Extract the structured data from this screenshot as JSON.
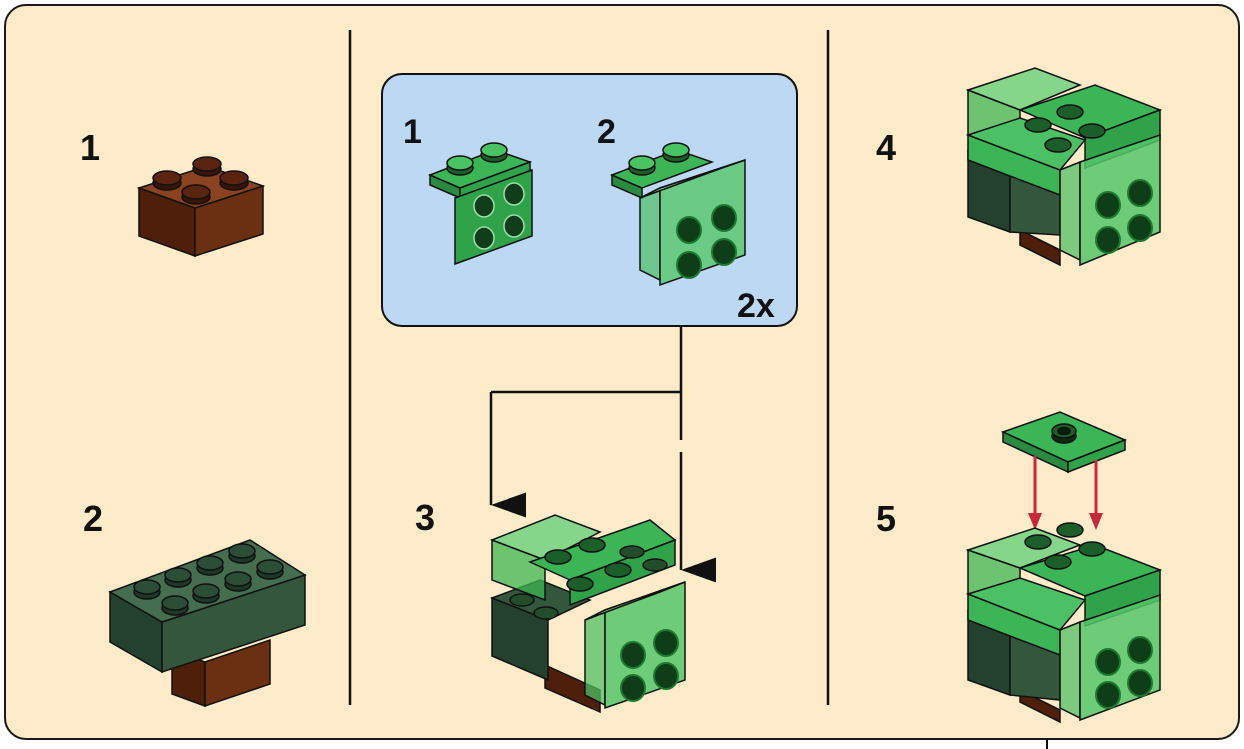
{
  "steps": {
    "s1": "1",
    "s2": "2",
    "s3": "3",
    "s4": "4",
    "s5": "5"
  },
  "subassembly": {
    "sub1": "1",
    "sub2": "2",
    "quantity": "2x"
  },
  "colors": {
    "background": "#fdebc9",
    "callout": "#bcd8f3",
    "brown": "#6b2f12",
    "dark_green": "#33563d",
    "green": "#2fa24a",
    "trans_green": "#55c76a",
    "arrow_red": "#c8283a"
  }
}
